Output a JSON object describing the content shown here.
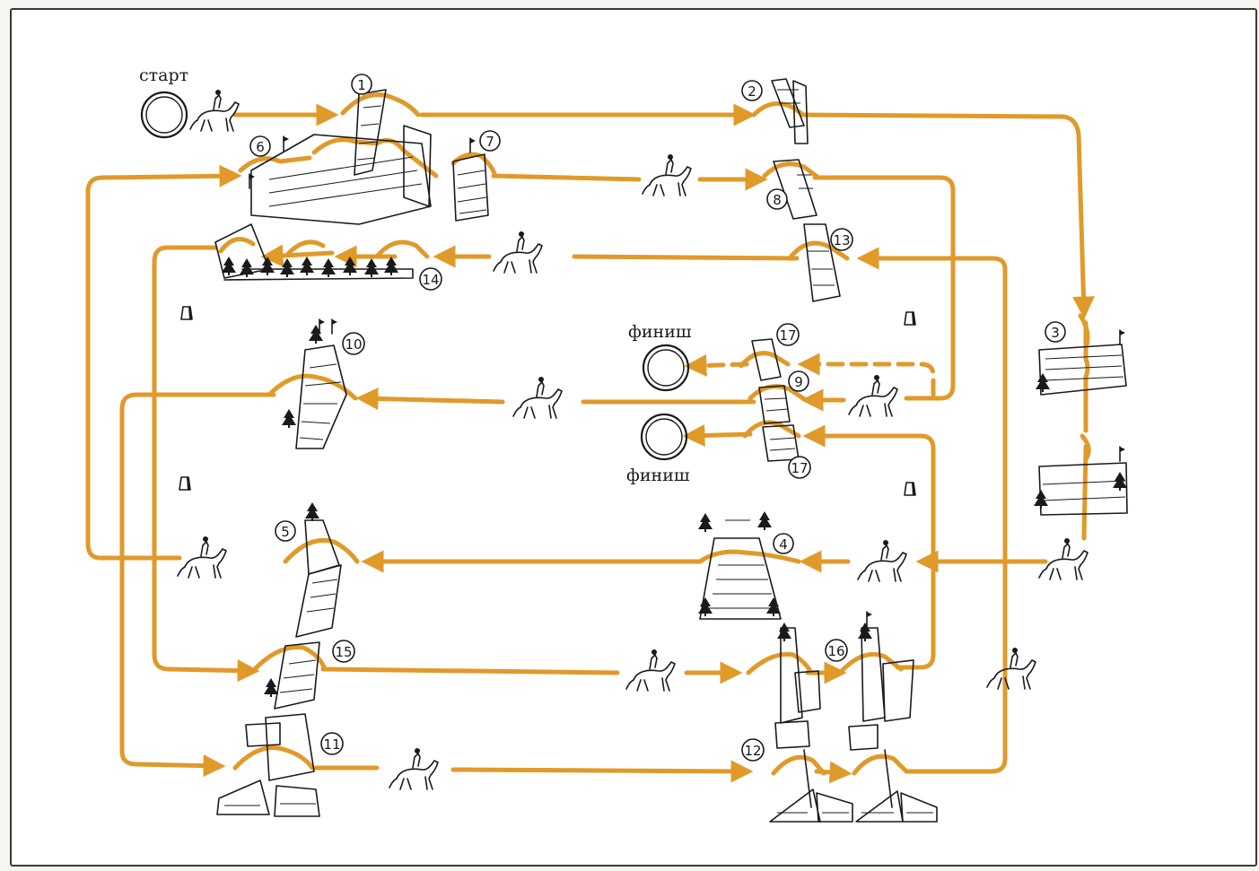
{
  "labels": {
    "start": "старт",
    "finish_top": "финиш",
    "finish_bottom": "финиш"
  },
  "obstacle_numbers": [
    "1",
    "2",
    "3",
    "4",
    "5",
    "6",
    "7",
    "8",
    "9",
    "10",
    "11",
    "12",
    "13",
    "14",
    "15",
    "16",
    "17",
    "17"
  ],
  "colors": {
    "route": "#e09a2a",
    "ink": "#1a1a1a",
    "paper": "#ffffff"
  },
  "icons": [
    "horse-rider-icon",
    "start-ring-icon",
    "finish-ring-icon",
    "flag-icon",
    "tree-icon",
    "marker-stone-icon"
  ]
}
